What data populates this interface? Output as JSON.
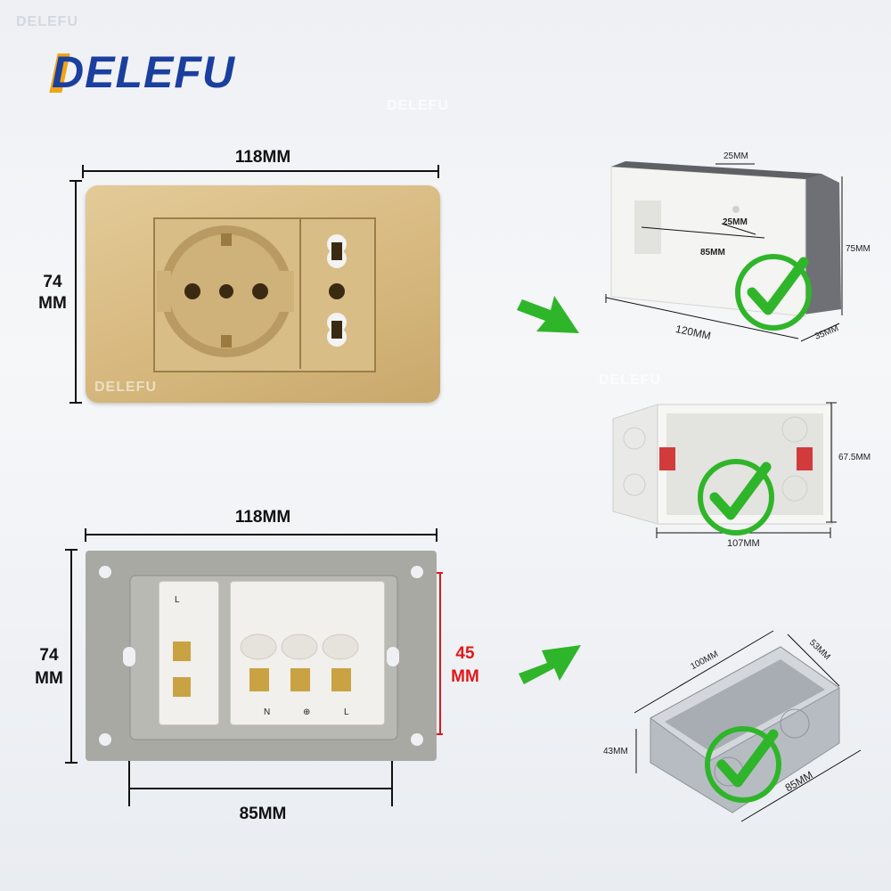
{
  "brand": {
    "name": "DELEFU",
    "watermark": "DELEFU",
    "accent": "#1b3f9e"
  },
  "front_plate": {
    "width": "118MM",
    "height_line1": "74",
    "height_line2": "MM",
    "color": "#d9bd86"
  },
  "back_plate": {
    "width": "118MM",
    "height_line1": "74",
    "height_line2": "MM",
    "inner_height_line1": "45",
    "inner_height_line2": "MM",
    "mount_distance": "85MM",
    "terminals": [
      "L",
      "N",
      "⊕",
      "L"
    ]
  },
  "box1": {
    "top_slot": "25MM",
    "inner_slot": "25MM",
    "hole_distance": "85MM",
    "length": "120MM",
    "height": "75MM",
    "depth": "35MM"
  },
  "box2": {
    "height": "67.5MM",
    "width": "107MM"
  },
  "box3": {
    "length": "100MM",
    "depth": "53MM",
    "height": "43MM",
    "width": "85MM"
  },
  "icons": [
    "arrow-right-down-icon",
    "check-icon"
  ],
  "colors": {
    "arrow": "#2fb52a",
    "check": "#2fb52a"
  }
}
